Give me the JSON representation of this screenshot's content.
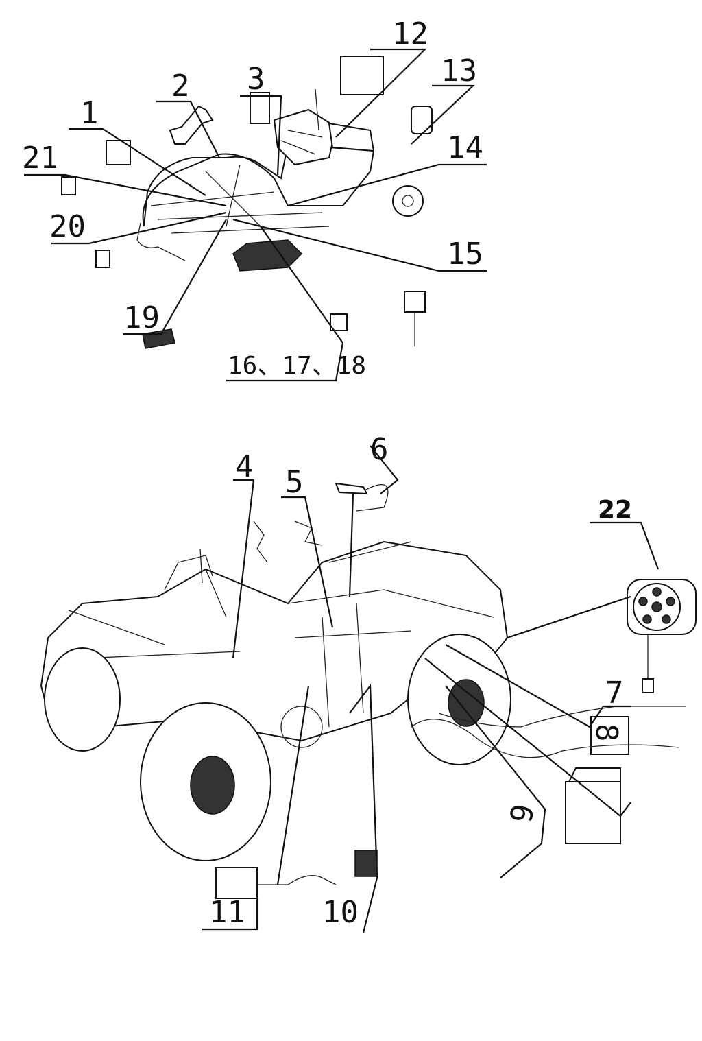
{
  "callouts": {
    "c1": "1",
    "c2": "2",
    "c3": "3",
    "c4": "4",
    "c5": "5",
    "c6": "6",
    "c7": "7",
    "c8": "8",
    "c9": "9",
    "c10": "10",
    "c11": "11",
    "c12": "12",
    "c13": "13",
    "c14": "14",
    "c15": "15",
    "c16_18": "16、17、18",
    "c19": "19",
    "c20": "20",
    "c21": "21",
    "c22": "22"
  }
}
